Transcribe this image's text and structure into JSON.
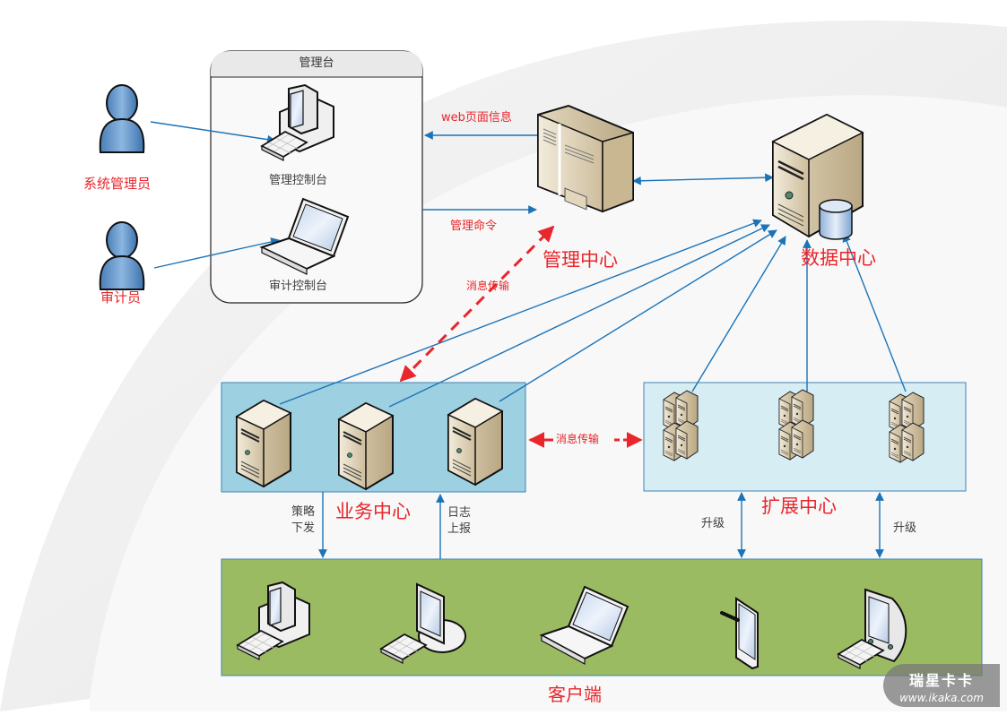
{
  "diagram": {
    "title": "系统部署架构图",
    "colors": {
      "accent_red": "#e8262b",
      "link_blue": "#1b73b8",
      "business_fill": "#9dd0e0",
      "extension_fill": "#d6edf4",
      "client_fill": "#9bbb63",
      "server_beige": "#d8cbb0"
    },
    "actors": [
      {
        "id": "sysadmin",
        "label": "系统管理员",
        "icon": "user-icon"
      },
      {
        "id": "auditor",
        "label": "审计员",
        "icon": "user-icon"
      }
    ],
    "console_panel": {
      "title": "管理台",
      "items": [
        {
          "id": "mgmt-console",
          "label": "管理控制台",
          "icon": "desktop-computer-icon"
        },
        {
          "id": "audit-console",
          "label": "审计控制台",
          "icon": "laptop-icon"
        }
      ]
    },
    "nodes": {
      "management_center": {
        "label": "管理中心",
        "icon": "tower-server-icon"
      },
      "data_center": {
        "label": "数据中心",
        "icon": "database-server-icon"
      },
      "business_center": {
        "label": "业务中心",
        "server_count": 3
      },
      "extension_center": {
        "label": "扩展中心",
        "cluster_count": 3
      },
      "clients": {
        "label": "客户端",
        "devices": [
          {
            "type": "desktop-computer-icon"
          },
          {
            "type": "lcd-monitor-icon"
          },
          {
            "type": "laptop-icon"
          },
          {
            "type": "tablet-icon"
          },
          {
            "type": "imac-monitor-icon"
          }
        ]
      }
    },
    "edges": {
      "web_info": "web页面信息",
      "mgmt_command": "管理命令",
      "msg_transfer_1": "消息传输",
      "msg_transfer_2": "消息传输",
      "policy_down": [
        "策略",
        "下发"
      ],
      "log_up": [
        "日志",
        "上报"
      ],
      "upgrade_1": "升级",
      "upgrade_2": "升级"
    }
  },
  "watermark": {
    "brand": "瑞星卡卡",
    "url": "www.ikaka.com"
  }
}
